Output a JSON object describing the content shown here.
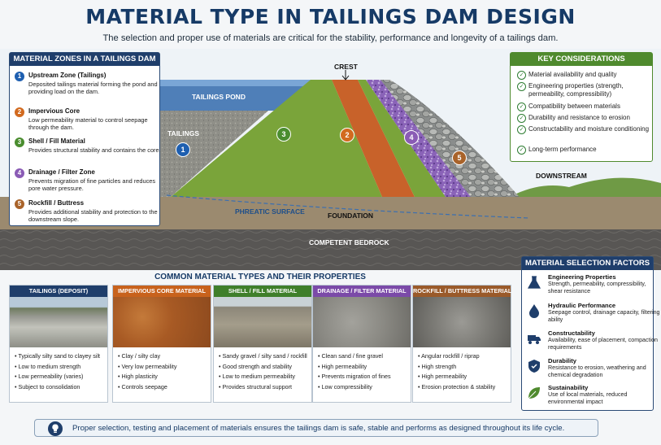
{
  "header": {
    "title": "MATERIAL TYPE IN TAILINGS DAM DESIGN",
    "subtitle": "The selection and proper use of materials are critical for the stability, performance and longevity of a tailings dam."
  },
  "zones_panel": {
    "title": "MATERIAL ZONES IN A TAILINGS DAM",
    "items": [
      {
        "num": "1",
        "title": "Upstream Zone (Tailings)",
        "desc": "Deposited tailings material forming the pond and providing load on the dam.",
        "color": "#1e5fb0"
      },
      {
        "num": "2",
        "title": "Impervious Core",
        "desc": "Low permeability material to control seepage through the dam.",
        "color": "#d26a1f"
      },
      {
        "num": "3",
        "title": "Shell / Fill Material",
        "desc": "Provides structural stability and contains the core.",
        "color": "#4a8d2f"
      },
      {
        "num": "4",
        "title": "Drainage / Filter Zone",
        "desc": "Prevents migration of fine particles and reduces pore water pressure.",
        "color": "#8a5bb5"
      },
      {
        "num": "5",
        "title": "Rockfill / Buttress",
        "desc": "Provides additional stability and protection to the downstream slope.",
        "color": "#a9632a"
      }
    ]
  },
  "diagram": {
    "crest": "CREST",
    "tailings_pond": "TAILINGS POND",
    "tailings": "TAILINGS",
    "downstream": "DOWNSTREAM",
    "phreatic_surface": "PHREATIC SURFACE",
    "foundation": "FOUNDATION",
    "bedrock": "COMPETENT BEDROCK",
    "badges": [
      "1",
      "2",
      "3",
      "4",
      "5"
    ]
  },
  "key_considerations": {
    "title": "KEY CONSIDERATIONS",
    "items": [
      "Material availability and quality",
      "Engineering properties (strength, permeability, compressibility)",
      "Compatibility between materials",
      "Durability and resistance to erosion",
      "Constructability and moisture conditioning",
      "Long-term performance"
    ]
  },
  "materials": {
    "title": "COMMON MATERIAL TYPES AND THEIR PROPERTIES",
    "columns": [
      {
        "header": "TAILINGS (DEPOSIT)",
        "color": "#1f3e6b",
        "props": [
          "Typically silty sand to clayey silt",
          "Low to medium strength",
          "Low permeability (varies)",
          "Subject to consolidation"
        ]
      },
      {
        "header": "IMPERVIOUS CORE MATERIAL",
        "color": "#c8621c",
        "props": [
          "Clay / silty clay",
          "Very low permeability",
          "High plasticity",
          "Controls seepage"
        ]
      },
      {
        "header": "SHELL / FILL MATERIAL",
        "color": "#3f7f2a",
        "props": [
          "Sandy gravel / silty sand / rockfill",
          "Good strength and stability",
          "Low to medium permeability",
          "Provides structural support"
        ]
      },
      {
        "header": "DRAINAGE / FILTER MATERIAL",
        "color": "#7b4aa8",
        "props": [
          "Clean sand / fine gravel",
          "High permeability",
          "Prevents migration of fines",
          "Low compressibility"
        ]
      },
      {
        "header": "ROCKFILL / BUTTRESS MATERIAL",
        "color": "#9a5a2a",
        "props": [
          "Angular rockfill / riprap",
          "High strength",
          "High permeability",
          "Erosion protection & stability"
        ]
      }
    ]
  },
  "selection_factors": {
    "title": "MATERIAL SELECTION FACTORS",
    "items": [
      {
        "title": "Engineering Properties",
        "desc": "Strength, permeability, compressibility, shear resistance",
        "icon": "flask-icon"
      },
      {
        "title": "Hydraulic Performance",
        "desc": "Seepage control, drainage capacity, filtering ability",
        "icon": "water-drop-icon"
      },
      {
        "title": "Constructability",
        "desc": "Availability, ease of placement, compaction requirements",
        "icon": "truck-icon"
      },
      {
        "title": "Durability",
        "desc": "Resistance to erosion, weathering and chemical degradation",
        "icon": "shield-icon"
      },
      {
        "title": "Sustainability",
        "desc": "Use of local materials, reduced environmental impact",
        "icon": "leaf-icon"
      }
    ]
  },
  "footer": {
    "text": "Proper selection, testing and placement of materials ensures the tailings dam is safe, stable and performs as designed throughout its life cycle."
  }
}
